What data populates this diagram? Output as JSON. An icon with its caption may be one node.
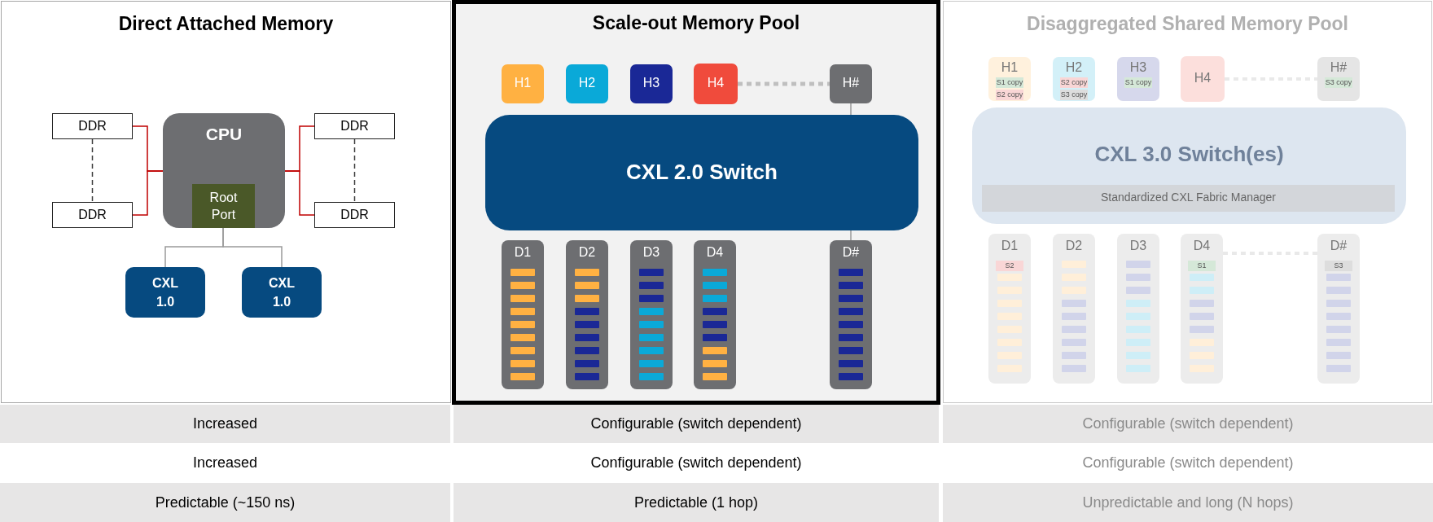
{
  "diagram": {
    "nodes": [
      {
        "text": [
          "Direct Attached Memory"
        ]
      },
      {
        "text": [
          "DDR"
        ],
        "in": 0
      },
      {
        "text": [
          "CPU"
        ],
        "in": 0
      },
      {
        "text": [
          "Root Port"
        ],
        "in": 2
      },
      {
        "text": [
          "DDR"
        ],
        "in": 0
      },
      {
        "text": [
          "DDR"
        ],
        "in": 0
      },
      {
        "text": [
          "DDR"
        ],
        "in": 0
      },
      {
        "text": [
          "CXL 1.0"
        ],
        "in": 0
      },
      {
        "text": [
          "CXL 1.0"
        ],
        "in": 0
      },
      {
        "text": [
          "Scale-out Memory Pool"
        ]
      },
      {
        "text": [
          "H1"
        ],
        "in": 9
      },
      {
        "text": [
          "H2"
        ],
        "in": 9
      },
      {
        "text": [
          "H3"
        ],
        "in": 9
      },
      {
        "text": [
          "H4"
        ],
        "in": 9
      },
      {
        "text": [
          "H#"
        ],
        "in": 9
      },
      {
        "text": [
          "CXL 2.0 Switch"
        ],
        "in": 9
      },
      {
        "text": [
          "D1"
        ],
        "in": 9
      },
      {
        "text": [
          "D2"
        ],
        "in": 9
      },
      {
        "text": [
          "D3"
        ],
        "in": 9
      },
      {
        "text": [
          "D4"
        ],
        "in": 9
      },
      {
        "text": [
          "D#"
        ],
        "in": 9
      },
      {
        "text": [
          "Disaggregated Shared Memory Pool"
        ]
      },
      {
        "text": [
          "H1",
          "S1 copy",
          "S2 copy"
        ],
        "in": 21
      },
      {
        "text": [
          "H2",
          "S2 copy",
          "S3 copy"
        ],
        "in": 21
      },
      {
        "text": [
          "H3",
          "S1 copy"
        ],
        "in": 21
      },
      {
        "text": [
          "H4"
        ],
        "in": 21
      },
      {
        "text": [
          "H#",
          "S3 copy"
        ],
        "in": 21
      },
      {
        "text": [
          "CXL 3.0 Switch(es)"
        ],
        "in": 21
      },
      {
        "text": [
          "Standardized CXL Fabric Manager"
        ],
        "in": 27
      },
      {
        "text": [
          "D1",
          "S2"
        ],
        "in": 21
      },
      {
        "text": [
          "D2"
        ],
        "in": 21
      },
      {
        "text": [
          "D3"
        ],
        "in": 21
      },
      {
        "text": [
          "D4",
          "S1"
        ],
        "in": 21
      },
      {
        "text": [
          "D#",
          "S3"
        ],
        "in": 21
      }
    ],
    "edges": [
      {
        "from": 1,
        "to": 2,
        "arrow": "none",
        "color": "#c00000"
      },
      {
        "from": 5,
        "to": 2,
        "arrow": "none",
        "color": "#c00000"
      },
      {
        "from": 4,
        "to": 2,
        "arrow": "none",
        "color": "#c00000"
      },
      {
        "from": 6,
        "to": 2,
        "arrow": "none",
        "color": "#c00000"
      },
      {
        "from": 1,
        "to": 5,
        "arrow": "none",
        "style": "dashed",
        "color": "#404040"
      },
      {
        "from": 4,
        "to": 6,
        "arrow": "none",
        "style": "dashed",
        "color": "#404040"
      },
      {
        "from": 3,
        "to": 7,
        "arrow": "none",
        "color": "#9a9a9a"
      },
      {
        "from": 3,
        "to": 8,
        "arrow": "none",
        "color": "#9a9a9a"
      },
      {
        "from": 13,
        "to": 14,
        "arrow": "none",
        "style": "dashed",
        "color": "#bfbfbf"
      },
      {
        "from": 14,
        "to": 15,
        "arrow": "none",
        "color": "#9a9a9a"
      },
      {
        "from": 15,
        "to": 20,
        "arrow": "none",
        "color": "#9a9a9a"
      },
      {
        "from": 25,
        "to": 26,
        "arrow": "none",
        "style": "dashed",
        "color": "#bfbfbf"
      },
      {
        "from": 32,
        "to": 33,
        "arrow": "none",
        "style": "dashed",
        "color": "#bfbfbf"
      }
    ],
    "labels": [
      "Increased",
      "Configurable (switch dependent)",
      "Configurable (switch dependent)",
      "Increased",
      "Configurable (switch dependent)",
      "Configurable (switch dependent)",
      "Predictable (~150 ns)",
      "Predictable (1 hop)",
      "Unpredictable and long (N hops)"
    ]
  }
}
